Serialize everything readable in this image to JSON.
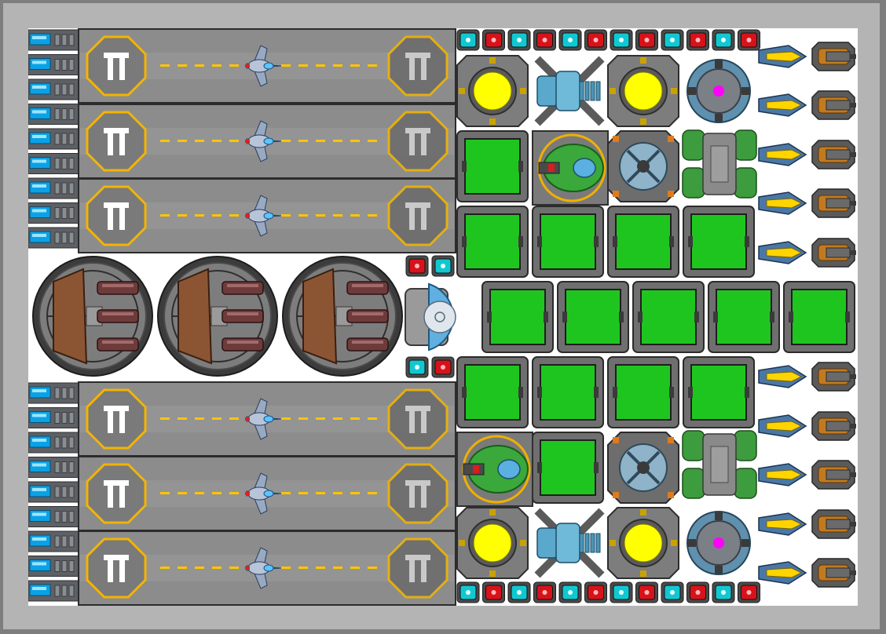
{
  "scene": {
    "name": "ship-layout-board",
    "colors": {
      "frame": "#7e7e7e",
      "border": "#b4b4b4",
      "board_bg": "#ffffff",
      "runway": "#8e8e8e",
      "runway_stripe": "#ffc400",
      "pad_ring": "#f3b400",
      "cargo": "#1fc51f",
      "reactor_core": "#ffff00",
      "shield_core": "#ff00ff",
      "cyan_module": "#11c8d2",
      "red_module": "#d8121a",
      "wall_light": "#0aa2e6"
    }
  },
  "hangars": {
    "count_top": 3,
    "count_bottom": 3,
    "pad_glyph": "Π",
    "ship": "fighter-ship-icon"
  },
  "turrets": {
    "count": 3,
    "icon": "triple-cannon-turret-icon"
  },
  "cargo_grid": {
    "module": "cargo-bay-icon"
  },
  "reactors": {
    "icon": "reactor-icon"
  },
  "shields": {
    "icon": "shield-generator-icon"
  },
  "engines": {
    "icon": "thruster-icon"
  },
  "weapons": {
    "icon": "cannon-icon"
  }
}
